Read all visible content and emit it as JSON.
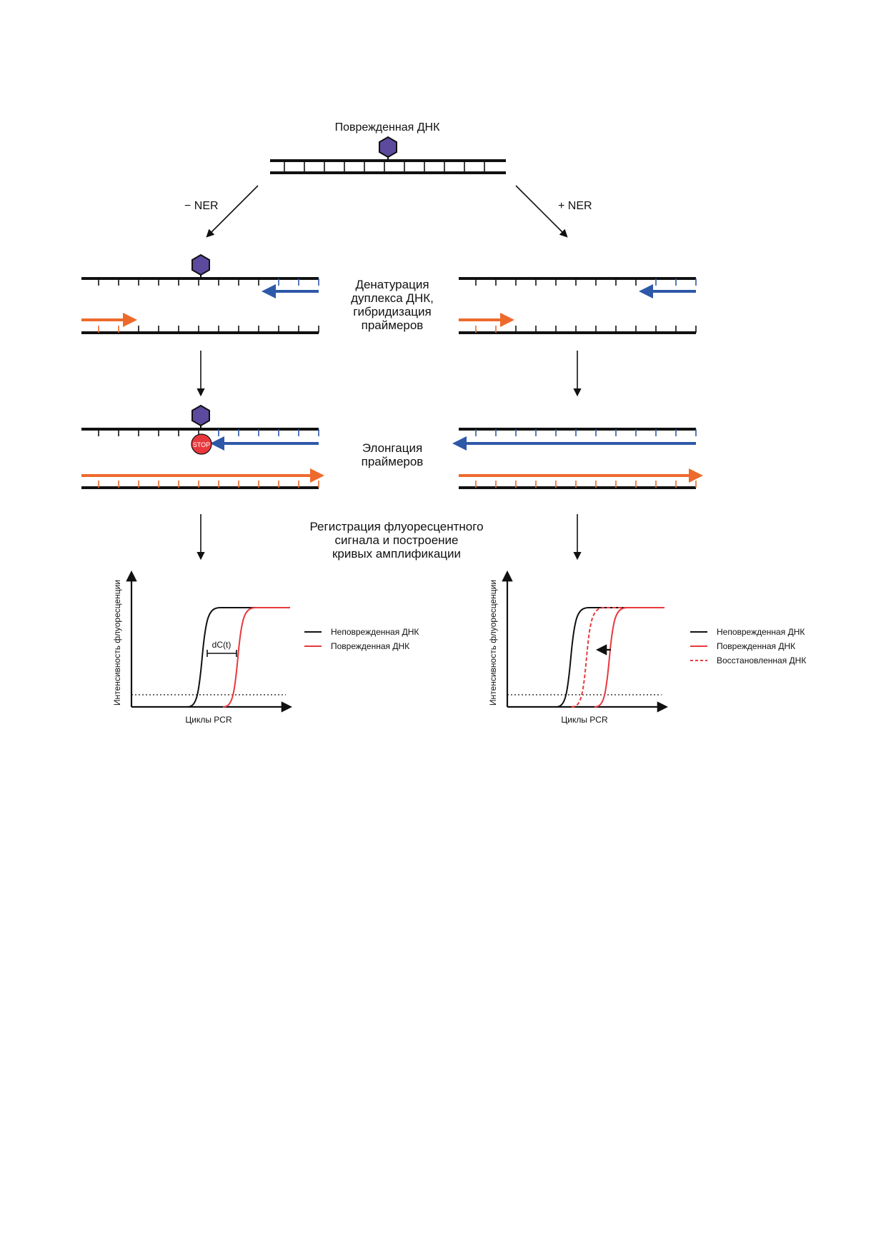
{
  "title": "Поврежденная ДНК",
  "branches": {
    "left": "− NER",
    "right": "+ NER"
  },
  "steps": {
    "denaturation": [
      "Денатурация",
      "дуплекса ДНК,",
      "гибридизация",
      "праймеров"
    ],
    "elongation": [
      "Элонгация",
      "праймеров"
    ],
    "registration": [
      "Регистрация флуоресцентного",
      "сигнала и построение",
      "кривых амплификации"
    ]
  },
  "stop_label": "STOP",
  "charts": {
    "y_axis_label": "Интенсивность флуоресценции",
    "x_axis_label": "Циклы PCR",
    "delta_label": "dC(t)",
    "legend_left": [
      "Неповрежденная ДНК",
      "Поврежденная ДНК"
    ],
    "legend_right": [
      "Неповрежденная ДНК",
      "Поврежденная ДНК",
      "Восстановленная ДНК"
    ]
  },
  "colors": {
    "strand": "#111111",
    "lesion": "#5b4a9e",
    "primer_forward": "#ee6a2c",
    "primer_reverse": "#2e58a8",
    "damaged_curve": "#e8383d",
    "stop": "#e8383d"
  }
}
